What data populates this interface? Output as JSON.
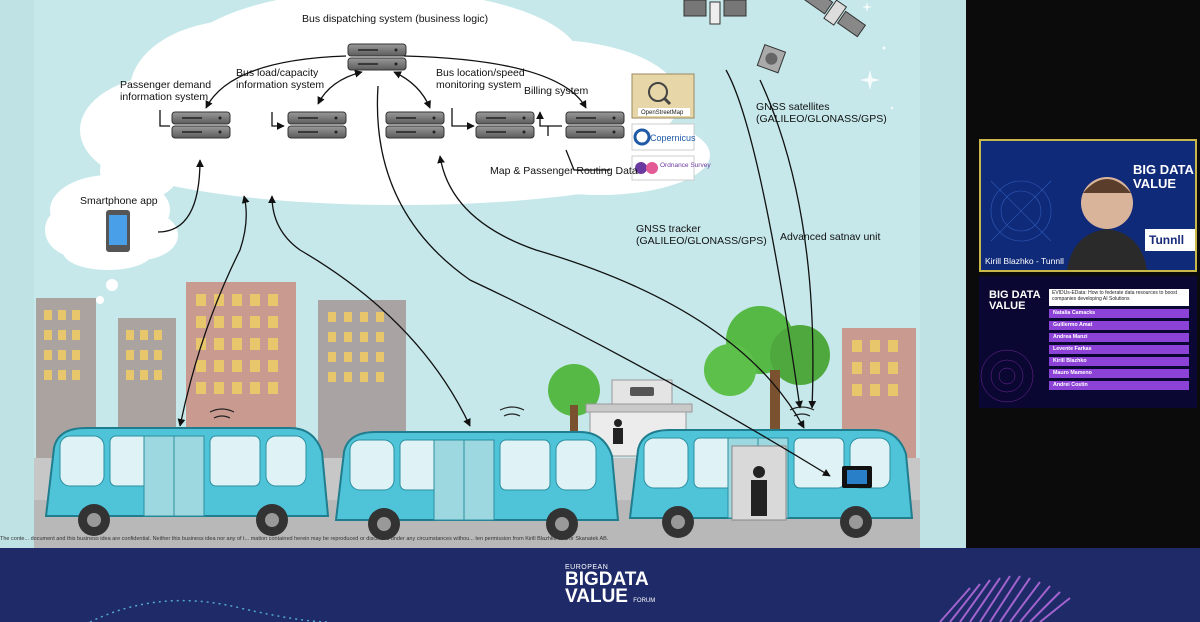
{
  "diagram": {
    "central_system": "Bus dispatching system (business logic)",
    "subsystems": [
      {
        "id": "passenger-demand",
        "label_lines": [
          "Passenger demand",
          "information system"
        ]
      },
      {
        "id": "bus-load",
        "label_lines": [
          "Bus load/capacity",
          "information system"
        ]
      },
      {
        "id": "bus-location",
        "label_lines": [
          "Bus location/speed",
          "monitoring system"
        ]
      },
      {
        "id": "billing",
        "label_lines": [
          "Billing system"
        ]
      }
    ],
    "map_data_label": "Map & Passenger Routing Data",
    "data_providers": [
      "OpenStreetMap",
      "Copernicus",
      "Ordnance Survey"
    ],
    "satellites_label_lines": [
      "GNSS satellites",
      "(GALILEO/GLONASS/GPS)"
    ],
    "smartphone_label": "Smartphone app",
    "gnss_tracker_label_lines": [
      "GNSS tracker",
      "(GALILEO/GLONASS/GPS)"
    ],
    "satnav_label": "Advanced satnav unit",
    "disclaimer": "The conte... document and this business idea are confidential. Neither this business idea nor any of t... mation contained herein may be reproduced or disclosed under any circumstances withou... ten permission from Kirill Blazhko and/or Skanatek AB."
  },
  "video": {
    "presenter_name": "Kirill Blazhko - Tunnll",
    "presenter_bg_text_lines": [
      "BIG DATA",
      "VALUE"
    ],
    "presenter_brand": "Tunnll",
    "panel_logo_lines": [
      "BIG DATA",
      "VALUE"
    ],
    "panel_title": "EVIDUs-EData: How to federate data resources to boost companies developing AI Solutions",
    "speakers": [
      "Natalia Camacks",
      "Guillermo Amat",
      "Andrea Manzi",
      "Levente Farkas",
      "Kirill Blazhko",
      "Mauro Mameno",
      "Andrei Costin"
    ]
  },
  "footer": {
    "logo_line1": "EUROPEAN",
    "logo_line2": "BIGDATA",
    "logo_line3": "VALUE",
    "logo_suffix": "FORUM"
  },
  "colors": {
    "sky": "#bfe2e4",
    "cloud": "#ffffff",
    "bus": "#4fc3d7",
    "footer": "#1f2a68",
    "speaker_bar": "#8c42d6"
  }
}
